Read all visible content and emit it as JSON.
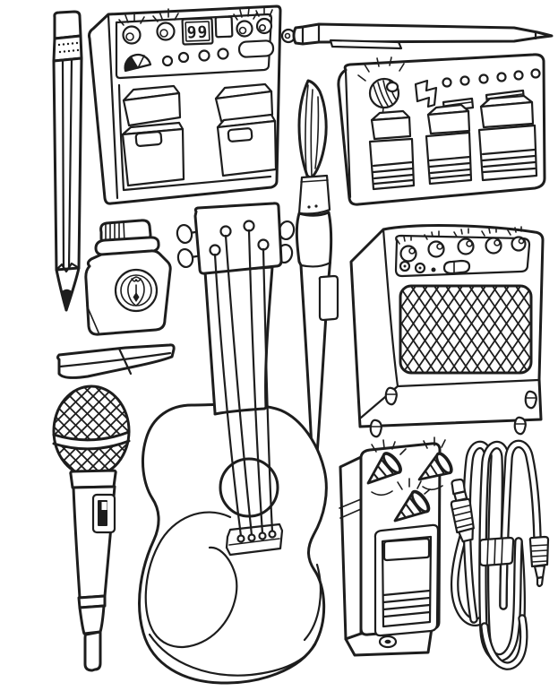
{
  "meta": {
    "background": "#ffffff",
    "ink": "#1d1d1d",
    "style_note": "hand-drawn black and white line-art doodle sheet of music gear and art tools"
  },
  "display": {
    "value": "99"
  },
  "items": {
    "pencil": {
      "label": "pencil"
    },
    "twin_unit": {
      "label": "twin foot-switch effects unit with digital display"
    },
    "pen": {
      "label": "ballpoint pen"
    },
    "fx_unit": {
      "label": "three-switch multi-effects unit"
    },
    "paintbrush": {
      "label": "paintbrush"
    },
    "ink_bottle": {
      "label": "ink bottle with pen-nib label"
    },
    "eraser": {
      "label": "eraser"
    },
    "microphone": {
      "label": "handheld microphone"
    },
    "guitar": {
      "label": "acoustic guitar"
    },
    "amplifier": {
      "label": "guitar amplifier with cross-hatched grille"
    },
    "stompbox": {
      "label": "guitar stompbox pedal"
    },
    "cable": {
      "label": "coiled instrument cable with jack plugs"
    }
  }
}
